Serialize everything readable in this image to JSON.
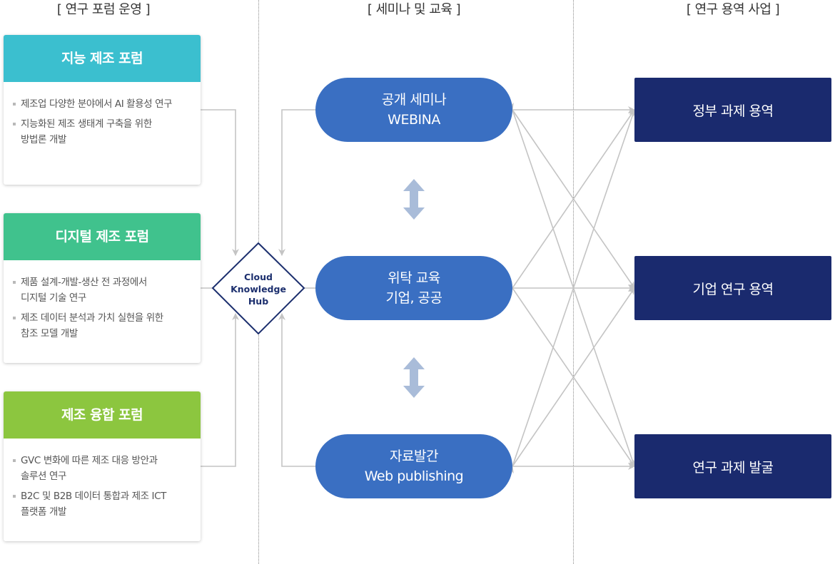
{
  "columns": {
    "research_forum": "[ 연구 포럼 운영 ]",
    "seminar_education": "[ 세미나 및 교육 ]",
    "research_services": "[ 연구 용역 사업 ]"
  },
  "forums": [
    {
      "title": "지능 제조 포럼",
      "color": "#3bbfcf",
      "items": [
        "제조업 다양한 분야에서 AI 활용성 연구",
        "지능화된 제조 생태계 구축을 위한\n방법론 개발"
      ]
    },
    {
      "title": "디지털 제조 포럼",
      "color": "#40c28d",
      "items": [
        "제품 설계-개발-생산 전 과정에서\n디지털 기술 연구",
        "제조 데이터 분석과 가치 실현을 위한\n참조 모델 개발"
      ]
    },
    {
      "title": "제조 융합 포럼",
      "color": "#8cc63f",
      "items": [
        "GVC 변화에 따른 제조 대응 방안과\n솔루션 연구",
        "B2C 및 B2B 데이터 통합과 제조 ICT\n플랫폼 개발"
      ]
    }
  ],
  "hub": {
    "line1": "Cloud",
    "line2": "Knowledge",
    "line3": "Hub"
  },
  "programs": [
    {
      "line1": "공개 세미나",
      "line2": "WEBINA"
    },
    {
      "line1": "위탁 교육",
      "line2": "기업, 공공"
    },
    {
      "line1": "자료발간",
      "line2": "Web publishing"
    }
  ],
  "services": [
    {
      "label": "정부 과제 용역"
    },
    {
      "label": "기업 연구 용역"
    },
    {
      "label": "연구 과제 발굴"
    }
  ],
  "colors": {
    "program_pill": "#3a6fc2",
    "service_box": "#1a2a6e",
    "hub_border": "#1c2f6e",
    "connector": "#c4c4c4",
    "double_arrow": "#a9bcd9"
  }
}
